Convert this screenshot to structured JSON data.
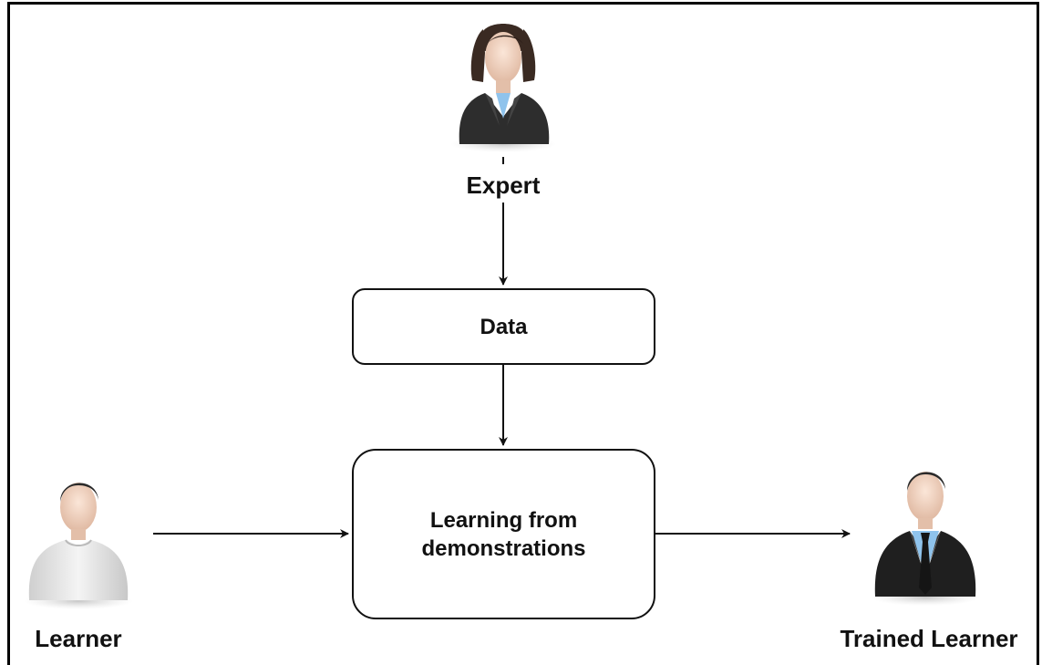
{
  "nodes": {
    "expert": {
      "label": "Expert"
    },
    "data": {
      "label": "Data"
    },
    "lfd": {
      "label": "Learning from\ndemonstrations"
    },
    "learner": {
      "label": "Learner"
    },
    "trained": {
      "label": "Trained Learner"
    }
  },
  "edges": [
    {
      "from": "expert",
      "to": "data"
    },
    {
      "from": "data",
      "to": "lfd"
    },
    {
      "from": "learner",
      "to": "lfd"
    },
    {
      "from": "lfd",
      "to": "trained"
    }
  ],
  "icons": {
    "expert": "businesswoman-avatar-icon",
    "learner": "casual-man-avatar-icon",
    "trained": "businessman-avatar-icon"
  }
}
